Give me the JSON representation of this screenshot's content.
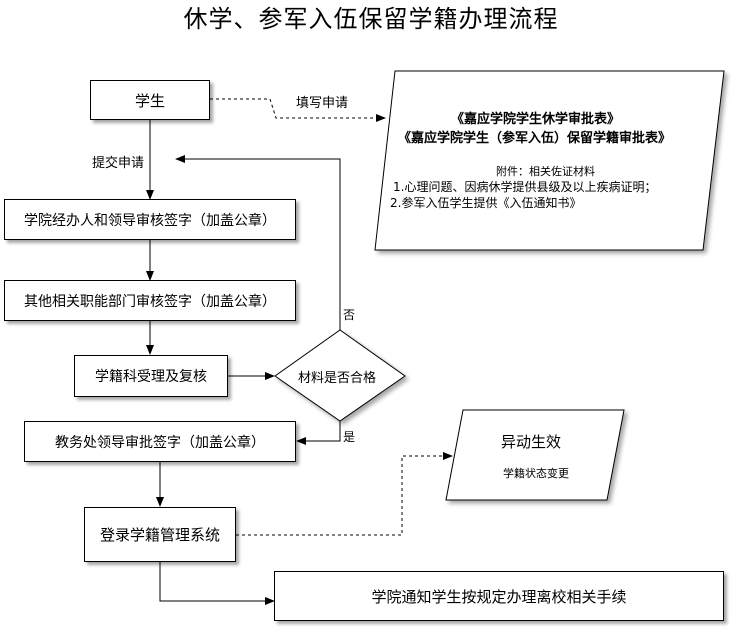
{
  "title": "休学、参军入伍保留学籍办理流程",
  "nodes": {
    "student": "学生",
    "college_review": "学院经办人和领导审核签字（加盖公章）",
    "dept_review": "其他相关职能部门审核签字（加盖公章）",
    "registry_review": "学籍科受理及复核",
    "decision": "材料是否合格",
    "academic_affairs": "教务处领导审批签字（加盖公章）",
    "system_entry": "登录学籍管理系统",
    "notify": "学院通知学生按规定办理离校相关手续"
  },
  "edge_labels": {
    "fill_application": "填写申请",
    "submit_application": "提交申请",
    "no": "否",
    "yes": "是"
  },
  "forms_doc": {
    "line1": "《嘉应学院学生休学审批表》",
    "line2": "《嘉应学院学生（参军入伍）保留学籍审批表》",
    "attachment": "附件：相关佐证材料",
    "item1": "1.心理问题、因病休学提供县级及以上疾病证明；",
    "item2": "2.参军入伍学生提供《入伍通知书》"
  },
  "effect_doc": {
    "heading": "异动生效",
    "sub": "学籍状态变更"
  }
}
